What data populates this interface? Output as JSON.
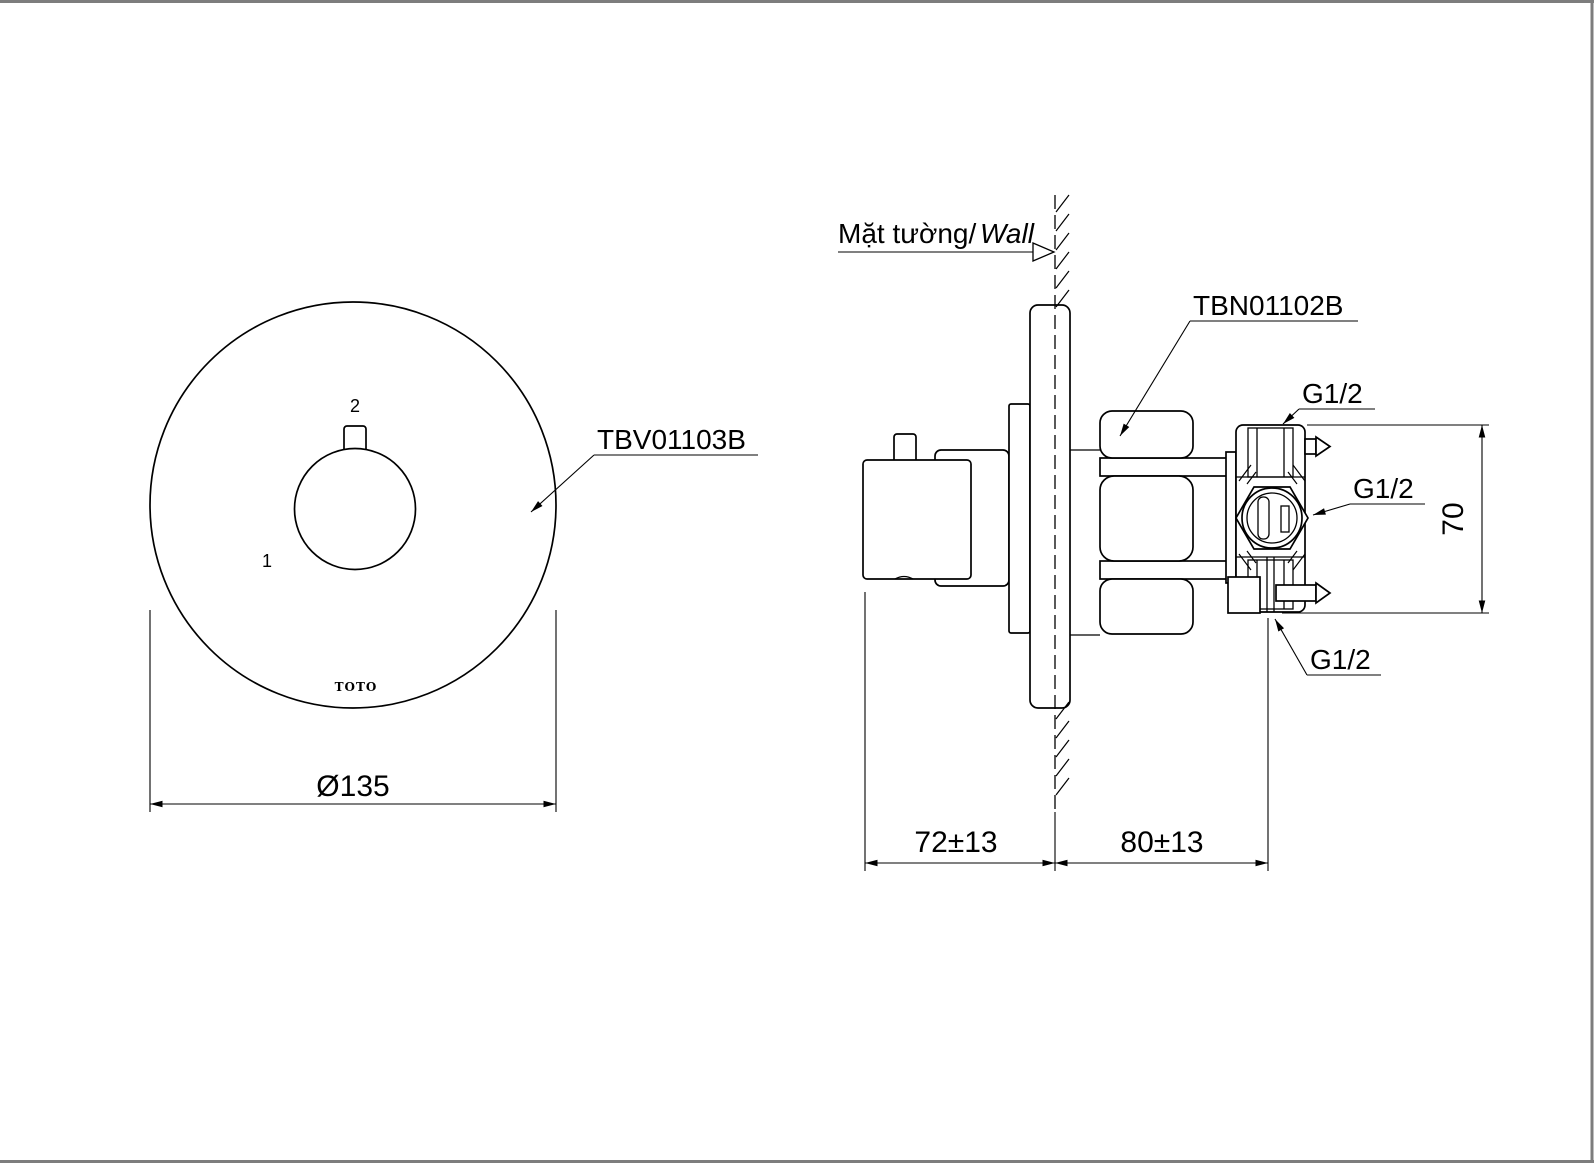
{
  "meta": {
    "ink_color": "#000000",
    "frame_color": "#7d7d7d",
    "drawing_type": "installation-drawing"
  },
  "front_view": {
    "part_label": "TBV01103B",
    "marking_top": "2",
    "marking_left": "1",
    "brand_text": "TOTO",
    "dim_diameter": "Ø135"
  },
  "side_view": {
    "wall_label_vi": "Mặt tường/",
    "wall_label_en": "Wall",
    "part_label": "TBN01102B",
    "port_top_label": "G1/2",
    "port_middle_label": "G1/2",
    "port_bottom_label": "G1/2",
    "dim_height": "70",
    "dim_wall_front": "72±13",
    "dim_wall_back": "80±13"
  }
}
